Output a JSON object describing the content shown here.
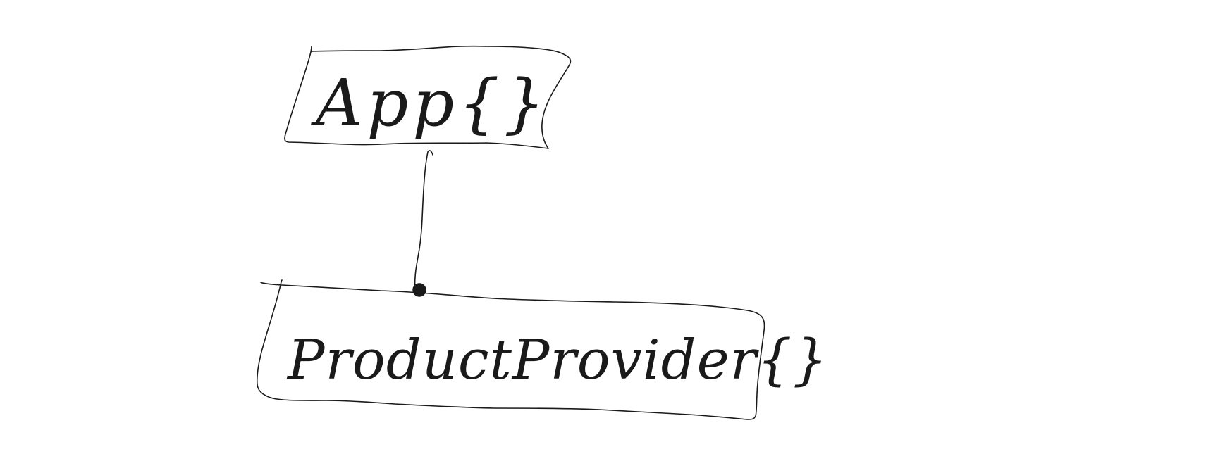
{
  "diagram": {
    "nodes": [
      {
        "id": "app",
        "label": "App{}"
      },
      {
        "id": "product-provider",
        "label": "ProductProvider{}"
      }
    ],
    "edges": [
      {
        "from": "app",
        "to": "product-provider"
      }
    ]
  }
}
